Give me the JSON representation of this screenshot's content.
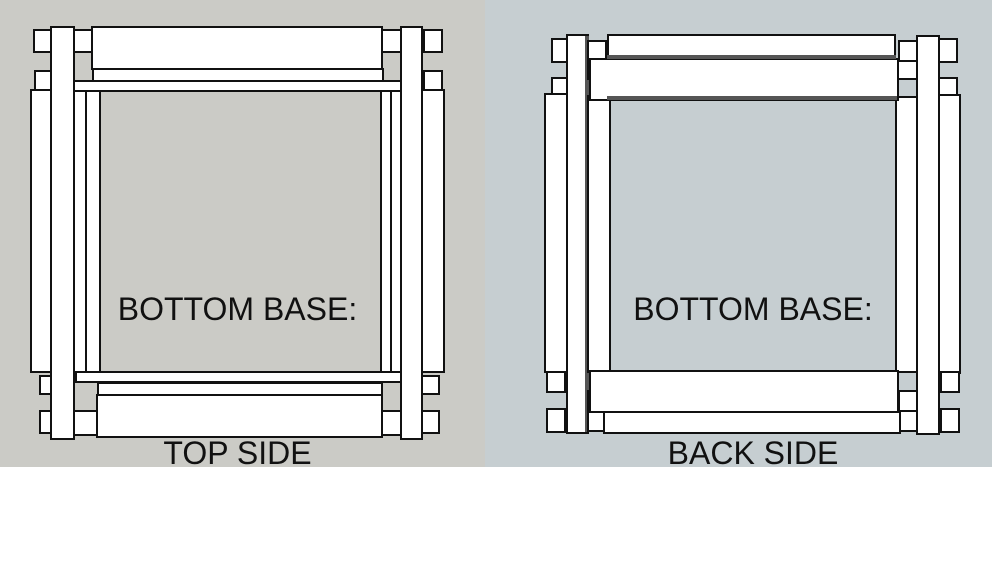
{
  "panels": [
    {
      "id": "left",
      "title_line1": "BOTTOM BASE:",
      "title_line2": "TOP SIDE",
      "background": "#cbcbc6"
    },
    {
      "id": "right",
      "title_line1": "BOTTOM BASE:",
      "title_line2": "BACK SIDE",
      "background": "#c6ced1"
    }
  ]
}
